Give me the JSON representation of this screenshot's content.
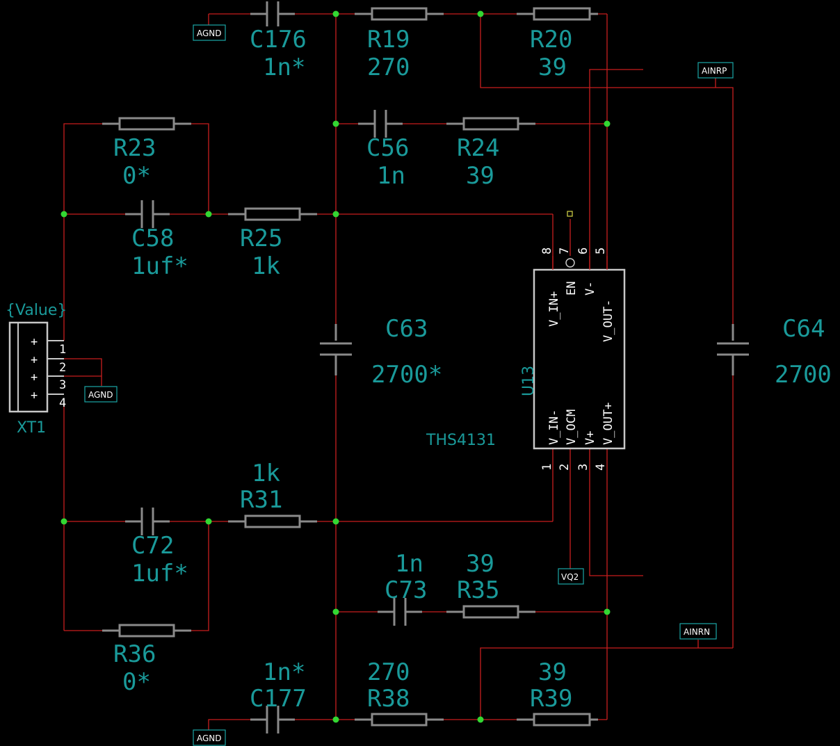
{
  "components": {
    "c176": {
      "ref": "C176",
      "value": "1n*"
    },
    "r19": {
      "ref": "R19",
      "value": "270"
    },
    "r20": {
      "ref": "R20",
      "value": "39"
    },
    "r23": {
      "ref": "R23",
      "value": "0*"
    },
    "c56": {
      "ref": "C56",
      "value": "1n"
    },
    "r24": {
      "ref": "R24",
      "value": "39"
    },
    "c58": {
      "ref": "C58",
      "value": "1uf*"
    },
    "r25": {
      "ref": "R25",
      "value": "1k"
    },
    "c63": {
      "ref": "C63",
      "value": "2700*"
    },
    "c64": {
      "ref": "C64",
      "value": "2700"
    },
    "r31": {
      "ref": "R31",
      "value": "1k"
    },
    "c72": {
      "ref": "C72",
      "value": "1uf*"
    },
    "c73": {
      "ref": "C73",
      "value": "1n"
    },
    "r35": {
      "ref": "R35",
      "value": "39"
    },
    "r36": {
      "ref": "R36",
      "value": "0*"
    },
    "c177": {
      "ref": "C177",
      "value": "1n*"
    },
    "r38": {
      "ref": "R38",
      "value": "270"
    },
    "r39": {
      "ref": "R39",
      "value": "39"
    }
  },
  "connector": {
    "ref": "XT1",
    "value": "{Value}",
    "pins": [
      "1",
      "2",
      "3",
      "4"
    ],
    "plus": "+"
  },
  "u13": {
    "ref": "U13",
    "part": "THS4131",
    "top_pins": [
      {
        "num": "8",
        "name": "V_IN+"
      },
      {
        "num": "7",
        "name": "EN"
      },
      {
        "num": "6",
        "name": "V-"
      },
      {
        "num": "5",
        "name": "V_OUT-"
      }
    ],
    "bottom_pins": [
      {
        "num": "1",
        "name": "V_IN-"
      },
      {
        "num": "2",
        "name": "V_OCM"
      },
      {
        "num": "3",
        "name": "V+"
      },
      {
        "num": "4",
        "name": "V_OUT+"
      }
    ]
  },
  "nets": {
    "agnd_top": "AGND",
    "agnd_xt": "AGND",
    "agnd_bottom": "AGND",
    "ainrp": "AINRP",
    "ainrn": "AINRN",
    "vq2": "VQ2"
  },
  "colors": {
    "background": "#000000",
    "wire": "#c81e1e",
    "text": "#1a9a9a",
    "junction": "#32d732",
    "component": "#8a8a8a"
  }
}
